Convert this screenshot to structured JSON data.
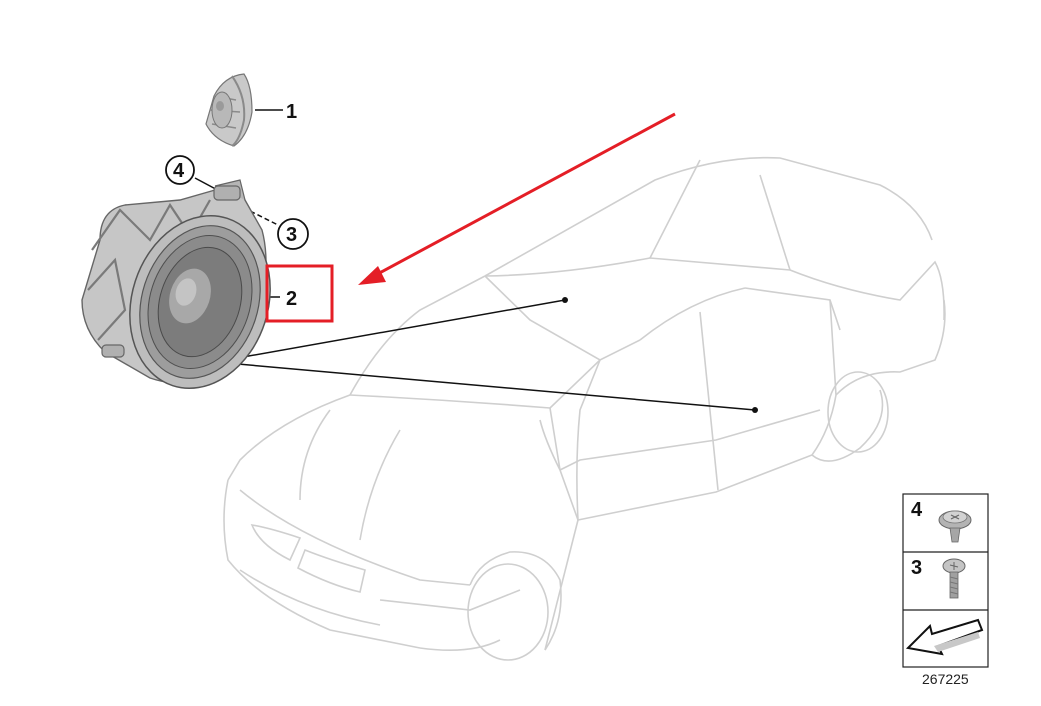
{
  "callouts": {
    "part1": "1",
    "part2": "2",
    "part3": "3",
    "part4": "4"
  },
  "legend": {
    "item4": "4",
    "item3": "3"
  },
  "diagram_id": "267225",
  "colors": {
    "highlight": "#e41e26",
    "car_outline": "#cfcfcf",
    "leader": "#111111"
  },
  "icons": [
    "tweeter-icon",
    "speaker-icon",
    "screw-icon",
    "bolt-icon",
    "arrow-icon"
  ]
}
